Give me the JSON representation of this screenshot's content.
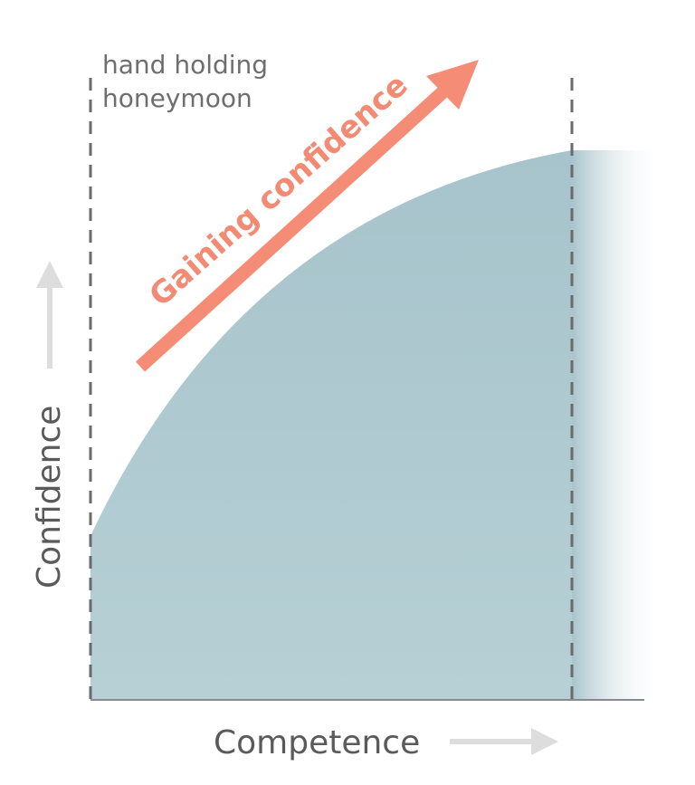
{
  "phase": {
    "line1": "hand holding",
    "line2": "honeymoon"
  },
  "trend": {
    "label": "Gaining confidence"
  },
  "axes": {
    "x_label": "Competence",
    "y_label": "Confidence"
  },
  "colors": {
    "area": "#aecbd2",
    "arrow": "#f58c75",
    "dashed": "#6a6a6a",
    "axis_arrow": "#dddddd"
  }
}
